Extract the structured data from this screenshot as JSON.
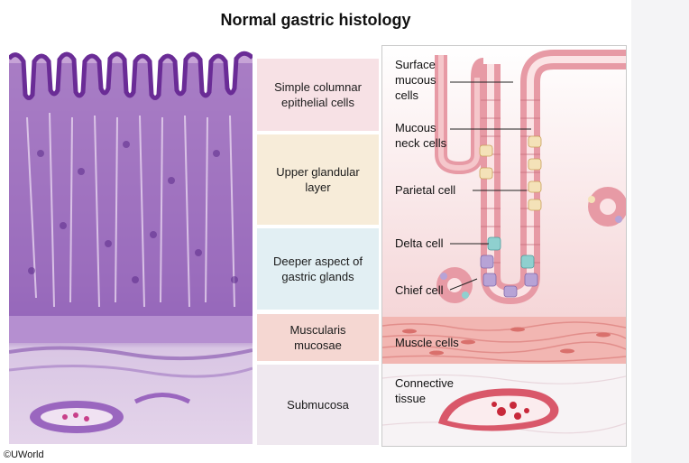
{
  "title": "Normal gastric histology",
  "layers": [
    {
      "lines": [
        "Simple columnar",
        "epithelial cells"
      ],
      "color": "#f7e1e5"
    },
    {
      "lines": [
        "Upper glandular",
        "layer"
      ],
      "color": "#f7ecd9"
    },
    {
      "lines": [
        "Deeper aspect of",
        "gastric glands"
      ],
      "color": "#e2eff3"
    },
    {
      "lines": [
        "Muscularis",
        "mucosae"
      ],
      "color": "#f5d7d2"
    },
    {
      "lines": [
        "Submucosa"
      ],
      "color": "#efe8ef"
    }
  ],
  "cell_labels": [
    {
      "lines": [
        "Surface",
        "mucous",
        "cells"
      ]
    },
    {
      "lines": [
        "Mucous",
        "neck cells"
      ]
    },
    {
      "lines": [
        "Parietal cell"
      ]
    },
    {
      "lines": [
        "Delta cell"
      ]
    },
    {
      "lines": [
        "Chief cell"
      ]
    },
    {
      "lines": [
        "Muscle cells"
      ]
    },
    {
      "lines": [
        "Connective",
        "tissue"
      ]
    }
  ],
  "copyright": "©UWorld"
}
